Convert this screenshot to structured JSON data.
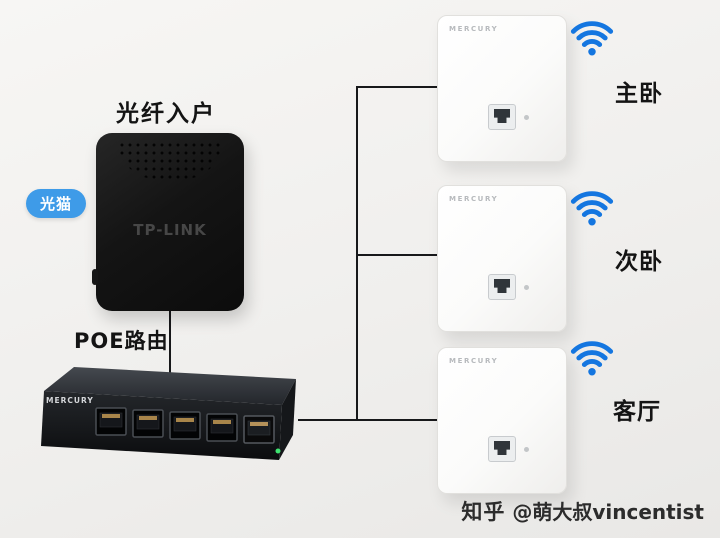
{
  "labels": {
    "fiber_entry": "光纤入户",
    "modem_badge": "光猫",
    "router": "POE路由"
  },
  "devices": {
    "modem_brand": "TP-LINK",
    "switch_brand": "MERCURY",
    "aps": [
      {
        "brand": "MERCURY",
        "room": "主卧"
      },
      {
        "brand": "MERCURY",
        "room": "次卧"
      },
      {
        "brand": "MERCURY",
        "room": "客厅"
      }
    ]
  },
  "watermark": {
    "site": "知乎",
    "handle": "@萌大叔vincentist"
  },
  "colors": {
    "wifi_blue": "#1476e0",
    "badge_blue": "#3e9be8",
    "line_black": "#17181a"
  }
}
